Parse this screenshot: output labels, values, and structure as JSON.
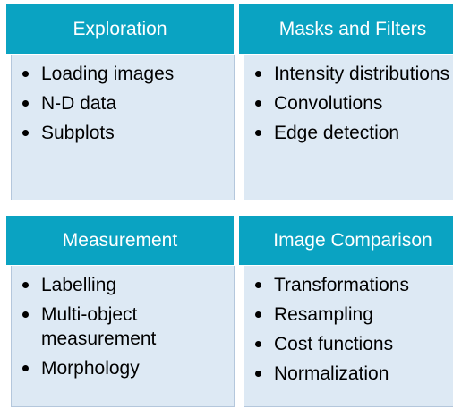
{
  "cards": [
    {
      "title": "Exploration",
      "items": [
        "Loading images",
        "N-D data",
        "Subplots"
      ]
    },
    {
      "title": "Masks and Filters",
      "items": [
        "Intensity distributions",
        "Convolutions",
        "Edge detection"
      ]
    },
    {
      "title": "Measurement",
      "items": [
        "Labelling",
        "Multi-object measurement",
        "Morphology"
      ]
    },
    {
      "title": "Image Comparison",
      "items": [
        "Transformations",
        "Resampling",
        "Cost functions",
        "Normalization"
      ]
    }
  ],
  "colors": {
    "header_background": "#0aa3c2",
    "body_background": "#dde9f4",
    "body_border": "#b4c7dc",
    "header_text": "#ffffff"
  }
}
